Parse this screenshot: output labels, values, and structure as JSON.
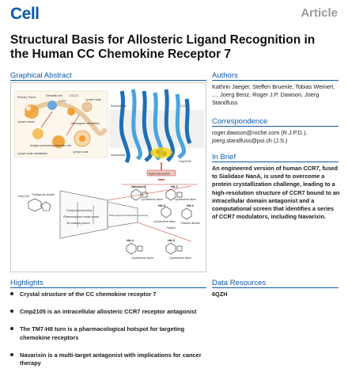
{
  "header": {
    "logo": "Cell",
    "article_type": "Article"
  },
  "title": "Structural Basis for Allosteric Ligand Recognition in the Human CC Chemokine Receptor 7",
  "graphical_abstract": {
    "heading": "Graphical Abstract",
    "figure": {
      "cell_labels": [
        "Primary Tumor",
        "Dendritic cell",
        "CCL21",
        "CCR7",
        "Lymph node",
        "Lymph node metastasis",
        "Antigen presenting Dendritic cell",
        "Lymph vessel",
        "Autologous stimulation",
        "Lymph node"
      ],
      "receptor_labels": [
        "Extracellular",
        "Intracellular",
        "CCR7",
        "Cmp2105",
        "Signal transduction"
      ],
      "screen_labels": [
        "Compound repository",
        "Pharmacophore model search",
        "3D similarity search",
        "Data supported interaction screening"
      ],
      "ligand_labels": [
        "Cmp2105",
        "Navarixin",
        "Thiadiazole dioxide",
        "Cyclobutene dione",
        "Thiazole dioxide",
        "Cyclobutene dione",
        "Cyclobutene dione",
        "Triazine",
        "Cyclobutene dione",
        "Cyclobutene dione"
      ],
      "hit_labels": [
        "Navarixin",
        "Hit-1",
        "Hit-2",
        "Hit-3",
        "Hit-4",
        "Hit-5"
      ],
      "colors": {
        "helix": "#1f6fb5",
        "helix_light": "#4aa3e0",
        "membrane": "#dcdcdc",
        "ligand": "#f2d21b",
        "arrow": "#c0392b",
        "cell_orange": "#f0a030",
        "cell_blue": "#6fa8dc",
        "vessel": "#e8c9a0"
      }
    }
  },
  "authors": {
    "heading": "Authors",
    "text": "Kathrin Jaeger, Steffen Bruenle, Tobias Weinert, ..., Joerg Benz, Roger J.P. Dawson, Joerg Standfuss"
  },
  "correspondence": {
    "heading": "Correspondence",
    "text": "roger.dawson@roche.com (R.J.P.D.), joerg.standfuss@psi.ch (J.S.)"
  },
  "in_brief": {
    "heading": "In Brief",
    "text": "An engineered version of human CCR7, fused to Sialidase NanA, is used to overcome a protein crystallization challenge, leading to a high-resolution structure of CCR7 bound to an intracellular domain antagonist and a computational screen that identifies a series of CCR7 modulators, including Navarixin."
  },
  "highlights": {
    "heading": "Highlights",
    "items": [
      "Crystal structure of the CC chemokine receptor 7",
      "Cmp2105 is an intracellular allosteric CCR7 receptor antagonist",
      "The TM7-H8 turn is a pharmacological hotspot for targeting chemokine receptors",
      "Navarixin is a multi-target antagonist with implications for cancer therapy"
    ]
  },
  "data_resources": {
    "heading": "Data Resources",
    "code": "6QZH"
  }
}
